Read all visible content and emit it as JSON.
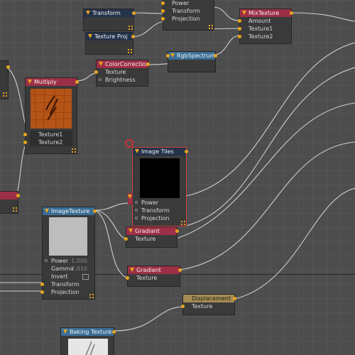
{
  "colors": {
    "accent": "#e8a41e",
    "wire": "#cfcfcf",
    "canvas": "#4d4d4d",
    "header_blue": "#3a6e96",
    "header_red": "#9c2f46",
    "header_navy": "#24324a",
    "header_gold": "#a38b52"
  },
  "nodes": {
    "top_left_node": {
      "rows": [
        "Power",
        "Transform",
        "Projection"
      ]
    },
    "transform": {
      "title": "Transform"
    },
    "texture_proj": {
      "title": "Texture Proj"
    },
    "mix_texture": {
      "title": "MixTexture",
      "rows": [
        "Amount",
        "Texture1",
        "Texture2"
      ]
    },
    "rgb_spectrum": {
      "title": "RgbSpectrum"
    },
    "color_correction": {
      "title": "ColorCorrection",
      "rows": [
        "Texture",
        "Brightness"
      ]
    },
    "multiply": {
      "title": "Multiply",
      "rows": [
        "Texture1",
        "Texture2"
      ]
    },
    "image_tiles": {
      "title": "Image Tiles",
      "rows": [
        "Power",
        "Transform",
        "Projection"
      ]
    },
    "image_texture": {
      "title": "ImageTexture",
      "rows": [
        "Power",
        "Gamma",
        "Invert",
        "Transform",
        "Projection"
      ],
      "values": {
        "power": "1.000",
        "gamma": "2.010"
      }
    },
    "gradiant": {
      "title": "Gradiant",
      "rows": [
        "Texture"
      ]
    },
    "gradient": {
      "title": "Gradient",
      "rows": [
        "Texture"
      ]
    },
    "displacement": {
      "title": "Displacement",
      "rows": [
        "Texture"
      ]
    },
    "baking_texture": {
      "title": "Baking Texture"
    }
  }
}
